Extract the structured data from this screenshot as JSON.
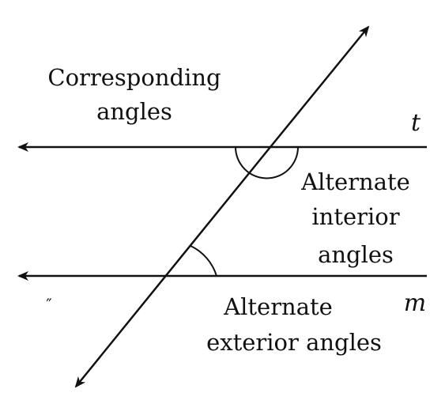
{
  "labels": {
    "corresponding": [
      "Corresponding",
      "angles"
    ],
    "alternate_interior": [
      "Alternate",
      "interior",
      "angles"
    ],
    "alternate_exterior": [
      "Alternate",
      "exterior angles"
    ],
    "line_t": "t",
    "line_m": "m",
    "stray_mark": "″"
  },
  "colors": {
    "stroke": "#111111",
    "background": "#ffffff"
  }
}
